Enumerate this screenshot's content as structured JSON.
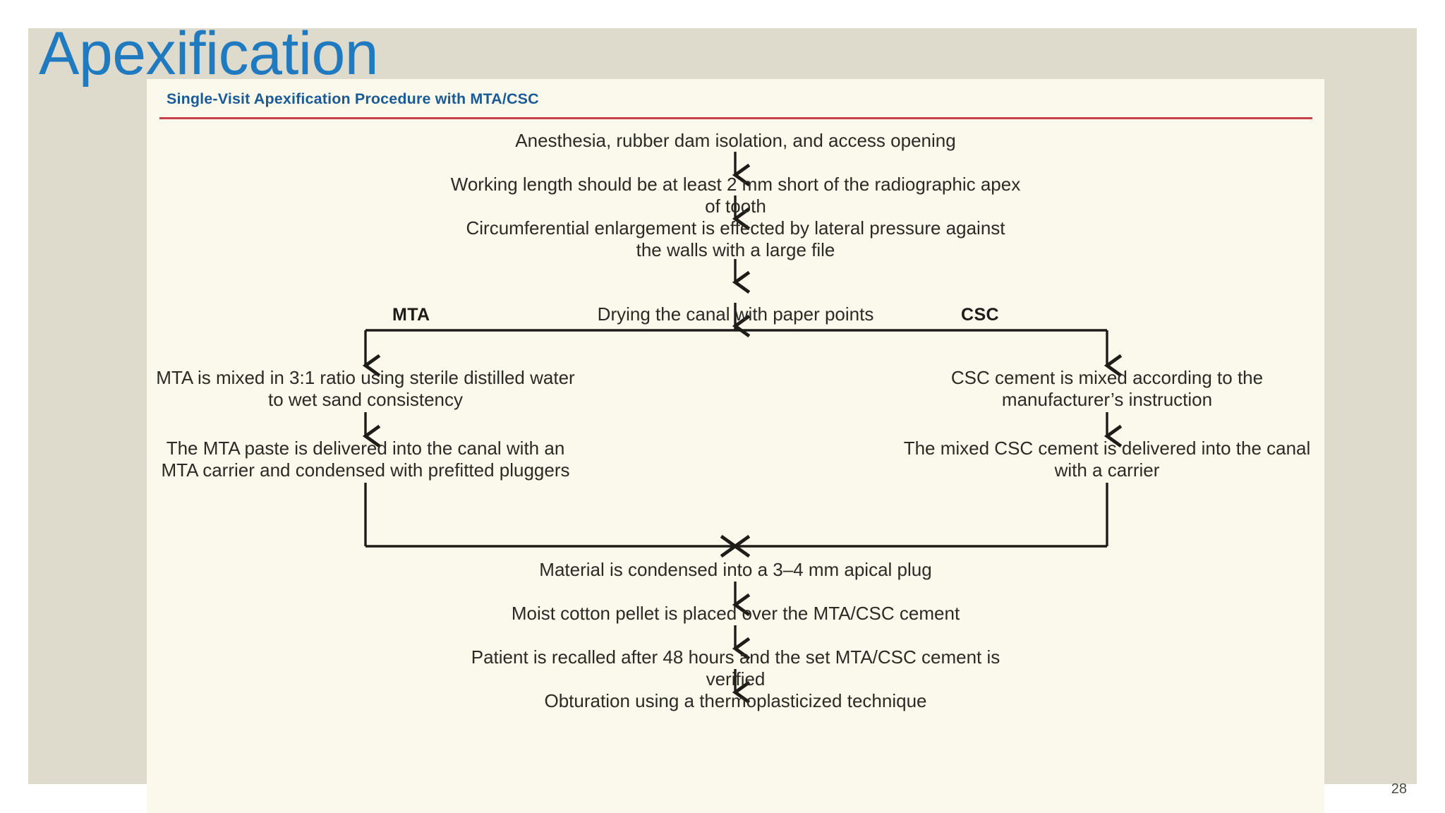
{
  "slide": {
    "title": "Apexification",
    "page_number": "28",
    "background_color": "#dedbcc",
    "title_color": "#1f7ac0"
  },
  "figure": {
    "heading": "Single-Visit Apexification Procedure with MTA/CSC",
    "heading_color": "#1a5b96",
    "rule_color": "#c9404a",
    "panel_color": "#fbf8ec"
  },
  "flowchart": {
    "type": "flowchart",
    "orientation": "top-to-bottom",
    "trunk_top": [
      {
        "id": "step1",
        "text": "Anesthesia, rubber dam isolation, and access opening"
      },
      {
        "id": "step2",
        "text": "Working length should be at least 2 mm short of the radiographic apex of tooth"
      },
      {
        "id": "step3",
        "text": "Circumferential enlargement is effected by lateral pressure against\nthe walls with a large file"
      },
      {
        "id": "step4",
        "text": "Drying the canal with paper points"
      }
    ],
    "branch_labels": {
      "left": "MTA",
      "right": "CSC"
    },
    "branches": {
      "left": [
        {
          "id": "mta1",
          "text": "MTA is mixed in 3:1 ratio using sterile distilled water\nto wet sand consistency"
        },
        {
          "id": "mta2",
          "text": "The MTA paste is delivered into the canal with an\nMTA carrier and condensed with prefitted pluggers"
        }
      ],
      "right": [
        {
          "id": "csc1",
          "text": "CSC cement is mixed according to the\nmanufacturer’s instruction"
        },
        {
          "id": "csc2",
          "text": "The mixed CSC cement is delivered into the canal\nwith a carrier"
        }
      ]
    },
    "trunk_bottom": [
      {
        "id": "step5",
        "text": "Material is condensed into a 3–4 mm apical plug"
      },
      {
        "id": "step6",
        "text": "Moist cotton pellet is placed over the MTA/CSC cement"
      },
      {
        "id": "step7",
        "text": "Patient is recalled after 48 hours and the set MTA/CSC cement is verified"
      },
      {
        "id": "step8",
        "text": "Obturation using a thermoplasticized technique"
      }
    ]
  }
}
